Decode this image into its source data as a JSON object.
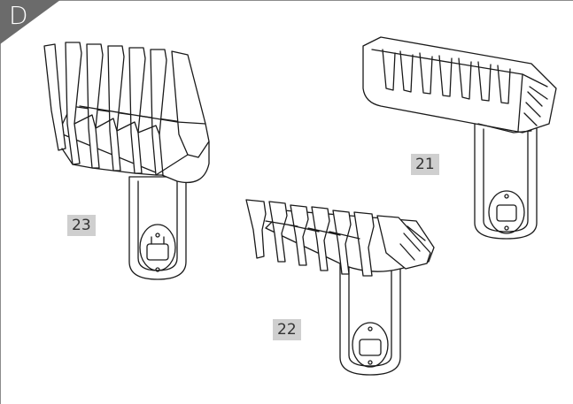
{
  "section": {
    "letter": "D"
  },
  "parts": [
    {
      "id": "comb-23",
      "label": "23"
    },
    {
      "id": "comb-21",
      "label": "21"
    },
    {
      "id": "comb-22",
      "label": "22"
    }
  ],
  "colors": {
    "corner": "#6b6b6b",
    "label_bg": "#cfcfcf",
    "line": "#1a1a1a",
    "frame": "#8c8c8c"
  }
}
